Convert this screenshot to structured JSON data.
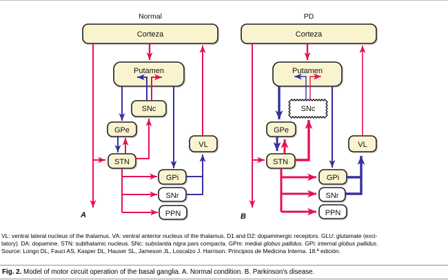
{
  "figure": {
    "panels": [
      {
        "title": "Normal",
        "corner_label": "A",
        "boxes": {
          "cortex": "Corteza",
          "putamen": "Putamen",
          "snc": "SNc",
          "gpe": "GPe",
          "stn": "STN",
          "vl": "VL",
          "gpi": "GPi",
          "snr": "SNr",
          "ppn": "PPN"
        }
      },
      {
        "title": "PD",
        "corner_label": "B",
        "boxes": {
          "cortex": "Corteza",
          "putamen": "Putamen",
          "snc": "SNc",
          "gpe": "GPe",
          "stn": "STN",
          "vl": "VL",
          "gpi": "GPi",
          "snr": "SNr",
          "ppn": "PPN"
        }
      }
    ],
    "colors": {
      "excitatory_red": "#e5114d",
      "inhibitory_blue": "#34309e",
      "box_fill_cream": "#f9f3d0",
      "box_fill_white": "#ffffff"
    }
  },
  "footnote": {
    "line1": "VL: ventral lateral nucleus of the thalamus. VA: ventral anterior nucleus of the thalamus. D1 and D2: dopaminergic receptors. GLU: glutamate (exci-",
    "line2a": "tatory). DA: dopamine. STN: subthalamic nucleus. SNc: ",
    "line2b": "substantia nigra",
    "line2c": " pars compacta. GPm: medial ",
    "line2d": "globus pallidus",
    "line2e": ". GPi: internal ",
    "line2f": "globus pallidus",
    "line2g": ".",
    "line3": "Source: Longo DL, Fauci AS, Kasper DL, Hauser SL, Jameson JL, Loscalzo J. Harrison. Principios de Medicina Interna. 18.ª edición."
  },
  "caption": {
    "label": "Fig. 2.",
    "text": " Model of motor circuit operation of the basal ganglia. A. Normal condition. B. Parkinson's disease."
  }
}
